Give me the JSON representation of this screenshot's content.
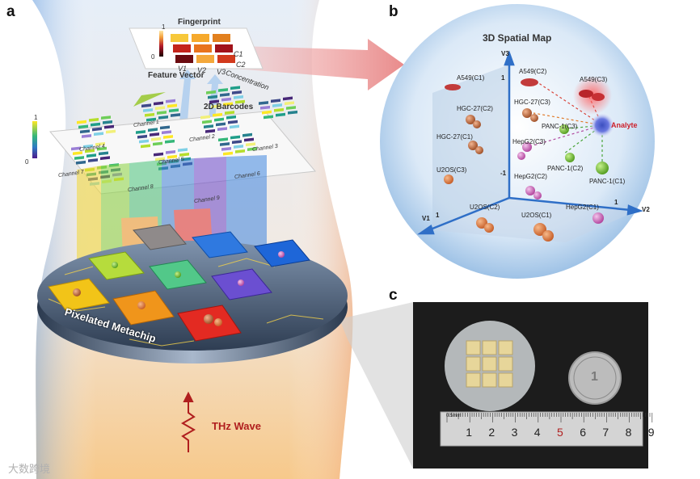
{
  "panels": {
    "a": "a",
    "b": "b",
    "c": "c"
  },
  "panel_a": {
    "fingerprint_title": "Fingerprint",
    "fingerprint_scale_top": "1",
    "fingerprint_scale_bottom": "0",
    "fingerprint_rows": [
      "C1",
      "C2"
    ],
    "fingerprint_cols": [
      "V1",
      "V2",
      "V3"
    ],
    "concentration_label": "Concentration",
    "feature_vector_label": "Feature Vector",
    "barcodes_label": "2D Barcodes",
    "barcode_scale_top": "1",
    "barcode_scale_bottom": "0",
    "channels": [
      "Channel 1",
      "Channel 2",
      "Channel 3",
      "Channel 4",
      "Channel 5",
      "Channel 6",
      "Channel 7",
      "Channel 8",
      "Channel 9"
    ],
    "metachip_label": "Pixelated Metachip",
    "thz_label": "THz Wave"
  },
  "panel_b": {
    "title": "3D Spatial Map",
    "axis_v1": "V1",
    "axis_v2": "V2",
    "axis_v3": "V3",
    "tick_v3_top": "1",
    "tick_v3_bottom": "-1",
    "tick_v1": "1",
    "tick_v2": "1",
    "analyte_label": "Analyte",
    "points": [
      {
        "label": "A549(C1)"
      },
      {
        "label": "A549(C2)"
      },
      {
        "label": "A549(C3)"
      },
      {
        "label": "HGC-27(C1)"
      },
      {
        "label": "HGC-27(C2)"
      },
      {
        "label": "HGC-27(C3)"
      },
      {
        "label": "PANC-1(C1)"
      },
      {
        "label": "PANC-1(C2)"
      },
      {
        "label": "PANC-1(C3)"
      },
      {
        "label": "HepG2(C1)"
      },
      {
        "label": "HepG2(C2)"
      },
      {
        "label": "HepG2(C3)"
      },
      {
        "label": "U2OS(C1)"
      },
      {
        "label": "U2OS(C2)"
      },
      {
        "label": "U2OS(C3)"
      }
    ]
  },
  "panel_c": {
    "ruler_unit": "0.5mm",
    "ruler_numbers": [
      "1",
      "2",
      "3",
      "4",
      "5",
      "6",
      "7",
      "8",
      "9"
    ],
    "coin_text": "1"
  },
  "watermark": "大数跨境",
  "colors": {
    "analyte": "#cc1f2a",
    "thz": "#b01e1e",
    "sphere": "#cfe3f5",
    "metachip_disk": "#4b5f7a"
  }
}
